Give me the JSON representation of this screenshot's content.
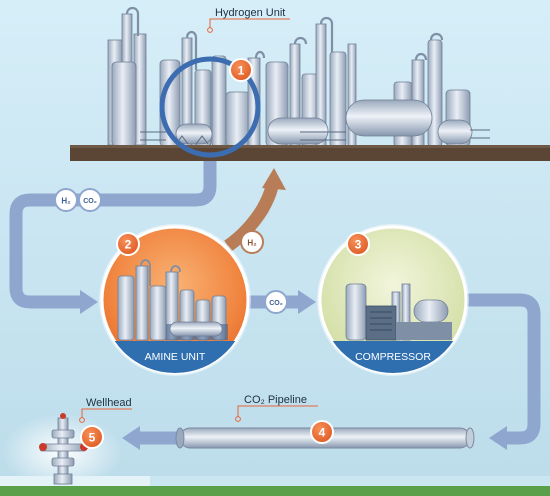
{
  "callouts": {
    "hydrogen_unit": "Hydrogen Unit",
    "co2_pipeline": "CO₂ Pipeline",
    "wellhead": "Wellhead"
  },
  "steps": {
    "one": "1",
    "two": "2",
    "three": "3",
    "four": "4",
    "five": "5"
  },
  "circles": {
    "amine_unit": "AMINE UNIT",
    "compressor": "COMPRESSOR"
  },
  "gas_tags": {
    "h2_in": "H₂",
    "co2_in": "CO₂",
    "h2_return": "H₂",
    "co2_out": "CO₂"
  },
  "colors": {
    "background": "#c9e6f1",
    "ground": "#5b4636",
    "flow_pipe": "#8fa7cf",
    "h2_return_arrow": "#b87d57",
    "badge": "#ea6a2e",
    "amine_circle": "#f0843f",
    "compressor_circle": "#dbe6b1",
    "circle_band": "#2f6fb0",
    "grass": "#5aa04a"
  },
  "icons": {
    "hydrogen_plant": "refinery-towers-icon",
    "amine_plant": "tanks-icon",
    "compressor_plant": "compressor-icon",
    "wellhead": "wellhead-valve-icon"
  }
}
